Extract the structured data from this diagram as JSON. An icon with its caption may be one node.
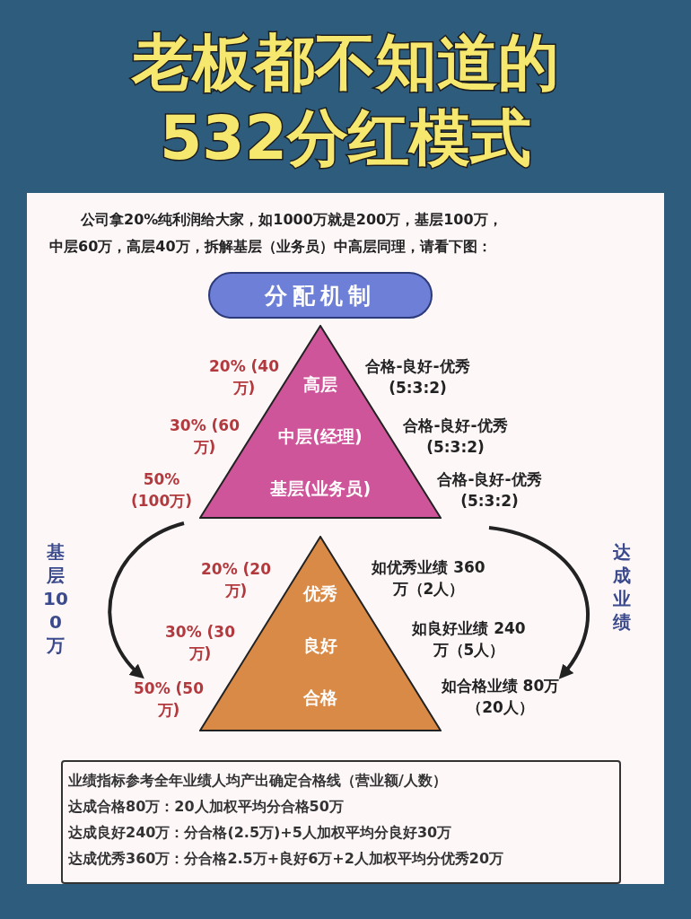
{
  "diagram": {
    "title": "老板都不知道的532分红模式",
    "nodes": [
      {
        "text": [
          "分配机制"
        ]
      },
      {
        "text": [
          "高层",
          "中层(经理)",
          "基层(业务员)"
        ],
        "beside": [
          "20% (40万)",
          "30% (60万)",
          "50% (100万)",
          "合格-良好-优秀 (5:3:2)",
          "合格-良好-优秀 (5:3:2)",
          "合格-良好-优秀 (5:3:2)"
        ]
      },
      {
        "text": [
          "优秀",
          "良好",
          "合格"
        ],
        "beside": [
          "20% (20万)",
          "30% (30万)",
          "50% (50万)",
          "如优秀业绩 360万（2人）",
          "如良好业绩 240万（5人）",
          "如合格业绩 80万（20人）"
        ]
      },
      {
        "text": [
          "业绩指标参考全年业绩人均产出确定合格线（营业额/人数）",
          "达成合格80万：20人加权平均分合格50万",
          "达成良好240万：分合格(2.5万)+5人加权平均分良好30万",
          "达成优秀360万：分合格2.5万+良好6万+2人加权平均分优秀20万"
        ]
      }
    ],
    "edges": [
      {
        "from": 1,
        "to": 2,
        "arrow": "to",
        "label": "基层100万"
      },
      {
        "from": 1,
        "to": 2,
        "arrow": "to",
        "label": "达成业绩"
      }
    ],
    "labels": [
      "公司拿20%纯利润给大家，如1000万就是200万，基层100万，中层60万，高层40万，拆解基层（业务员）中高层同理，请看下图："
    ]
  }
}
